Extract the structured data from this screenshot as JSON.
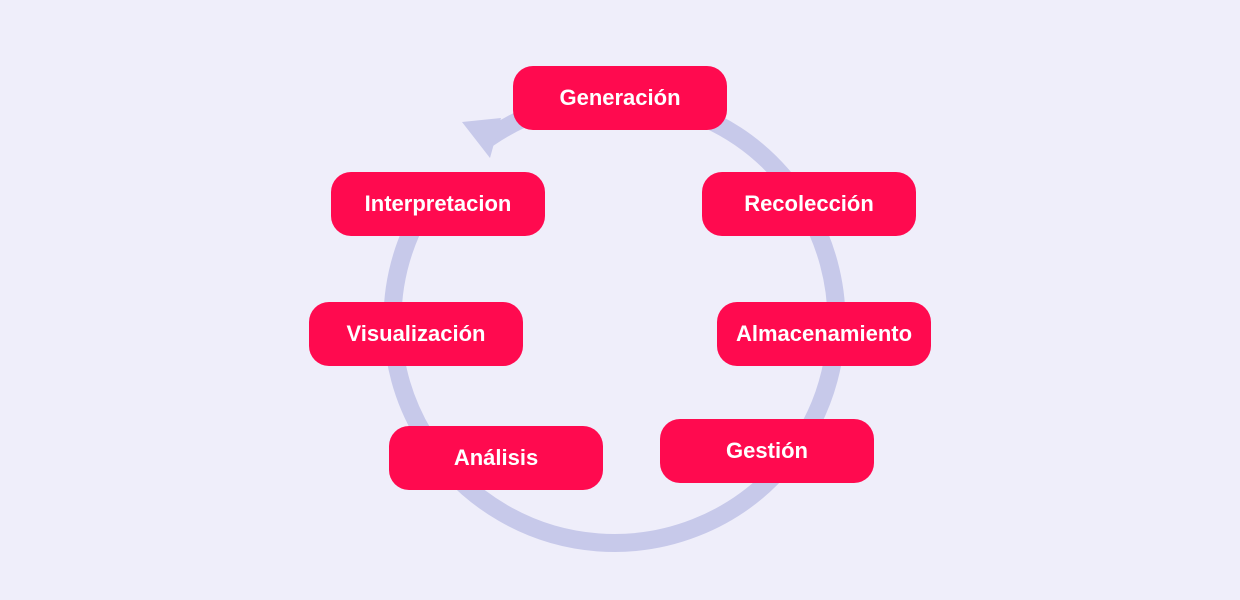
{
  "diagram": {
    "type": "cycle",
    "colors": {
      "background": "#efeefa",
      "node_fill": "#ff0a4f",
      "node_text": "#ffffff",
      "ring": "#c7c9ea"
    },
    "stages": [
      {
        "id": "generacion",
        "label": "Generación"
      },
      {
        "id": "recoleccion",
        "label": "Recolección"
      },
      {
        "id": "almacenamiento",
        "label": "Almacenamiento"
      },
      {
        "id": "gestion",
        "label": "Gestión"
      },
      {
        "id": "analisis",
        "label": "Análisis"
      },
      {
        "id": "visualizacion",
        "label": "Visualización"
      },
      {
        "id": "interpretacion",
        "label": "Interpretacion"
      }
    ]
  }
}
